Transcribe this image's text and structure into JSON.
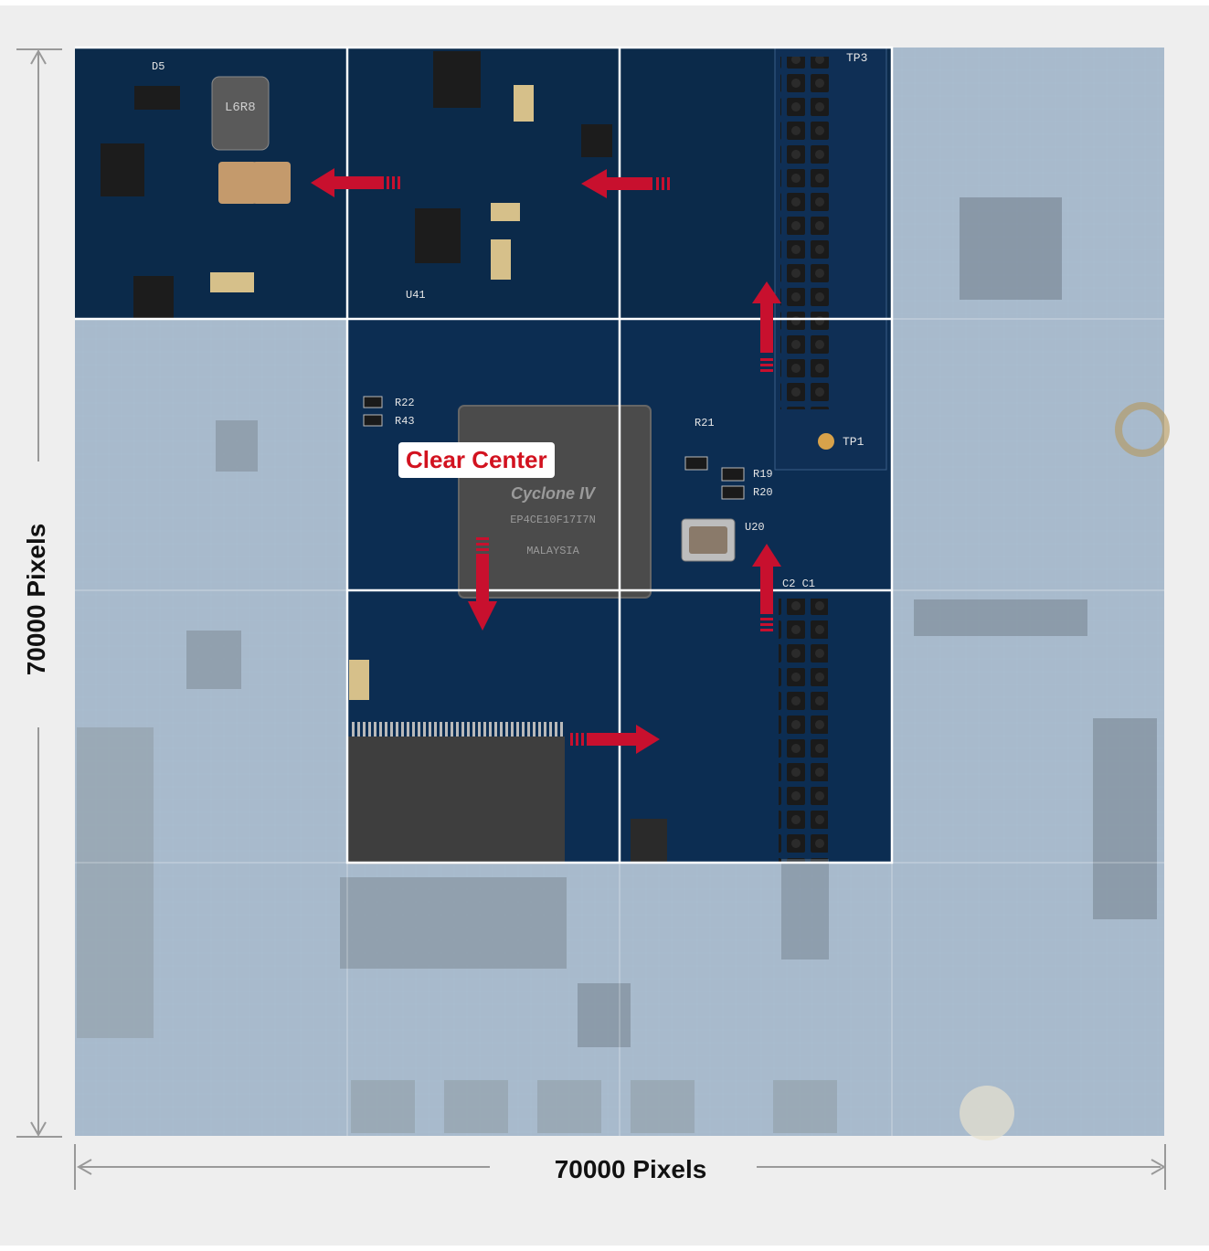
{
  "diagram": {
    "center_label": "Clear Center",
    "width_label": "70000 Pixels",
    "height_label": "70000 Pixels",
    "colors": {
      "board_dark": "#0c2b4e",
      "board_mid": "#153a63",
      "faded_overlay": "#c9d7e3",
      "arrow": "#c8102e",
      "grid_line": "#ffffff",
      "dimension_line": "#999999"
    },
    "chip_labels": [
      "Cyclone IV",
      "EP4CE10F17I7N",
      "MALAYSIA"
    ],
    "component_labels": [
      "TP3",
      "TP1",
      "U20",
      "R19",
      "R20",
      "R21",
      "R22",
      "R43",
      "C2 C1",
      "U41",
      "L6R8",
      "D5"
    ]
  }
}
